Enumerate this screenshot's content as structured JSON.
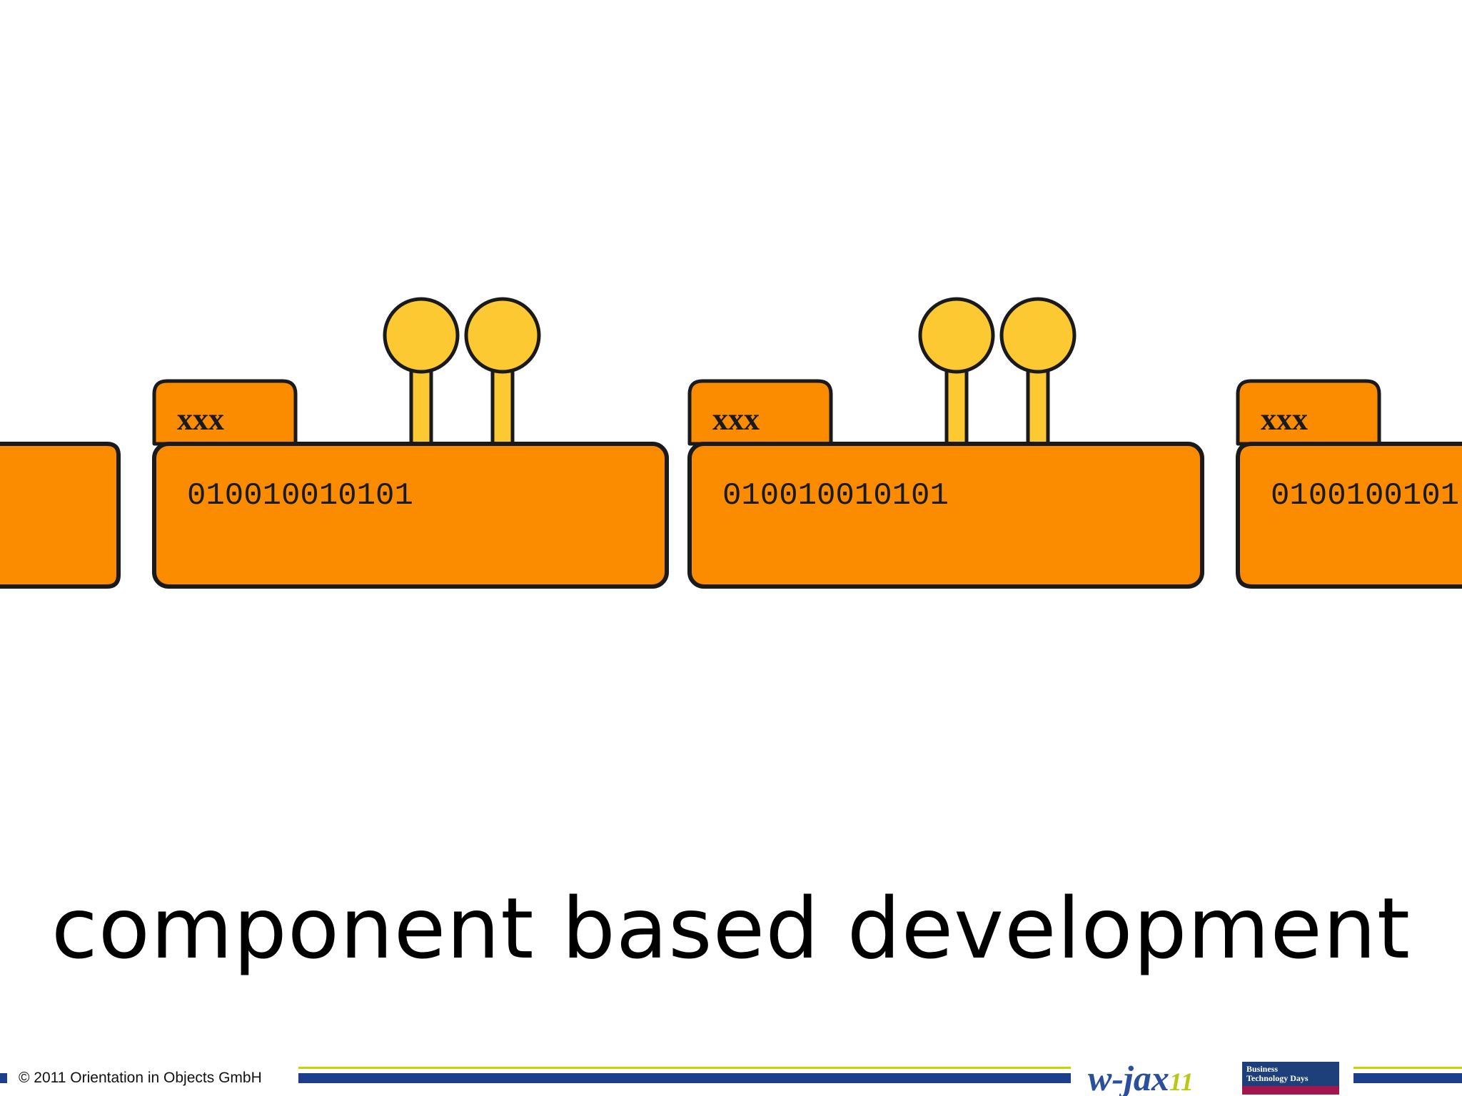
{
  "slide": {
    "title": "component based development"
  },
  "components": [
    {
      "tab": "",
      "body": ""
    },
    {
      "tab": "xxx",
      "body": "010010010101"
    },
    {
      "tab": "xxx",
      "body": "010010010101"
    },
    {
      "tab": "xxx",
      "body": "0100100101"
    }
  ],
  "colors": {
    "component_body": "#fb8c00",
    "outline": "#1a1a1a",
    "port_fill": "#fdc933"
  },
  "footer": {
    "copyright": "© 2011 Orientation in Objects GmbH",
    "logo_main": "w-jax",
    "logo_main_number": "11",
    "logo_secondary_line1": "Business",
    "logo_secondary_line2": "Technology Days"
  }
}
